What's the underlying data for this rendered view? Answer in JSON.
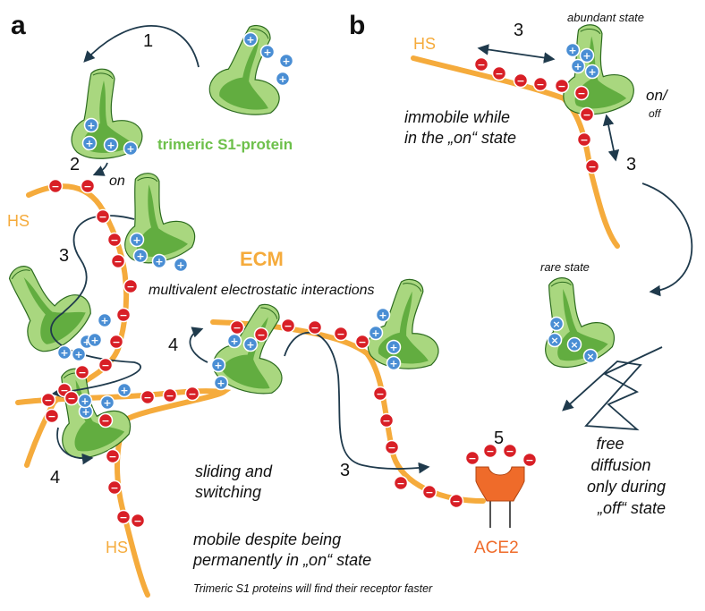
{
  "panels": {
    "a": "a",
    "b": "b"
  },
  "labels": {
    "hs": "HS",
    "ecm": "ECM",
    "trimeric": "trimeric S1-protein",
    "multivalent": "multivalent electrostatic interactions",
    "on": "on",
    "onoff1": "on/",
    "onoff2": "off",
    "abundant": "abundant state",
    "rare": "rare state",
    "immobile1": "immobile while",
    "immobile2": "in the „on“ state",
    "sliding1": "sliding and",
    "sliding2": "switching",
    "mobile1": "mobile despite being",
    "mobile2": "permanently in „on“ state",
    "footer": "Trimeric S1 proteins will find their receptor faster",
    "free1": "free",
    "free2": "diffusion",
    "free3": "only during",
    "free4": "„off“ state",
    "ace2": "ACE2"
  },
  "steps": {
    "s1": "1",
    "s2": "2",
    "s3": "3",
    "s4": "4",
    "s5": "5"
  },
  "charges": {
    "neg": "−",
    "pos": "+",
    "cross": "×"
  },
  "colors": {
    "hs_strand": "#f5ab3c",
    "hs_text": "#f5ab3c",
    "protein_light": "#a9d77f",
    "protein_dark": "#5aa83a",
    "protein_stroke": "#2c6b1f",
    "trimeric_text": "#6dc04b",
    "negative": "#d81f26",
    "positive": "#4a8ed4",
    "ace2": "#ef6b2a",
    "arrow": "#1f3a4c"
  }
}
